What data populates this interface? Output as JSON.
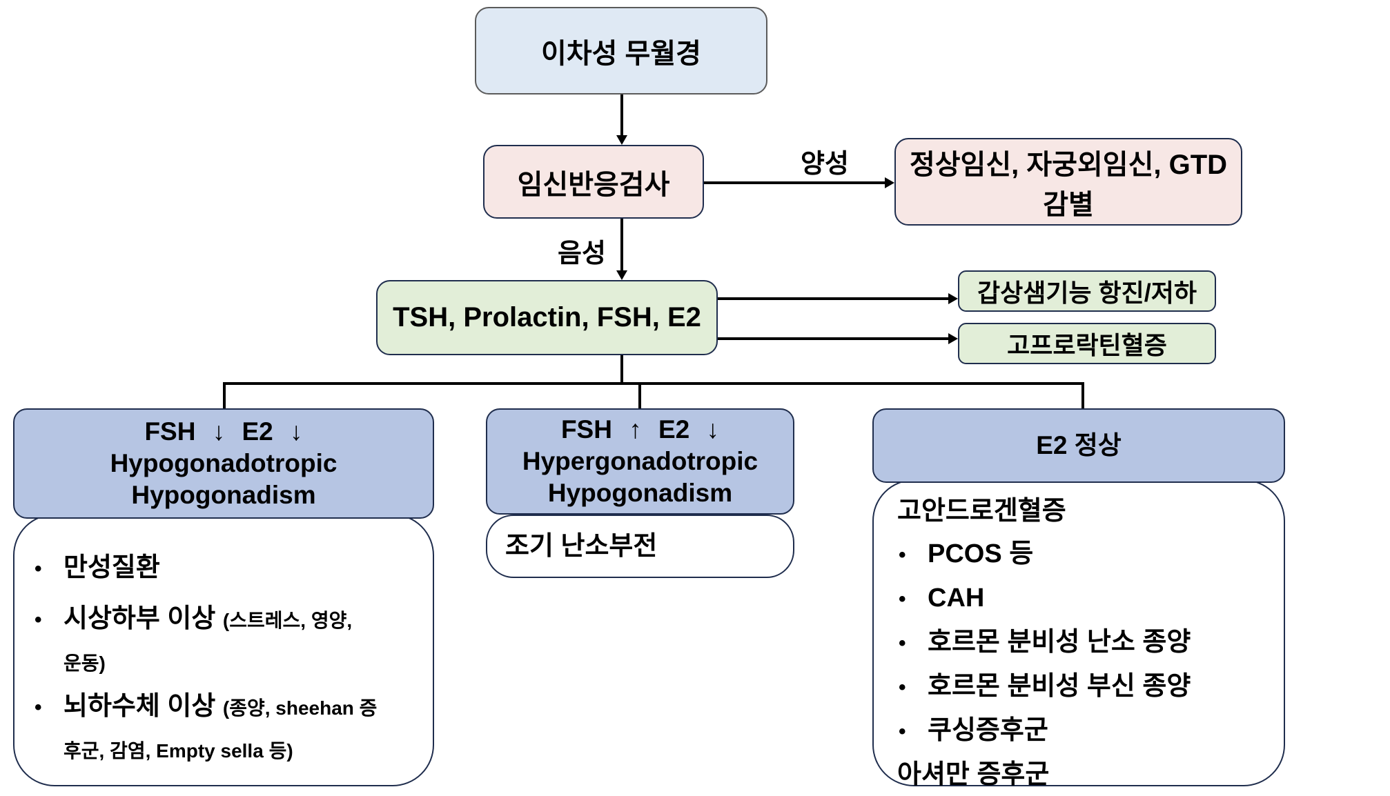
{
  "title": "이차성 무월경",
  "pregnancy_test": "임신반응검사",
  "positive_label": "양성",
  "negative_label": "음성",
  "positive_result": "정상임신, 자궁외임신, GTD 감별",
  "hormone_tests": "TSH, Prolactin, FSH, E2",
  "side_results": [
    "갑상샘기능 항진/저하",
    "고프로락틴혈증"
  ],
  "branches": [
    {
      "header_line1": "FSH ↓ E2 ↓",
      "header_line2": "Hypogonadotropic",
      "header_line3": "Hypogonadism",
      "items": [
        {
          "main": "만성질환",
          "detail": ""
        },
        {
          "main": "시상하부 이상",
          "detail": "(스트레스, 영양,",
          "detail_cont": "운동)"
        },
        {
          "main": "뇌하수체 이상",
          "detail": "(종양, sheehan 증",
          "detail_cont": "후군, 감염, Empty sella 등)"
        }
      ]
    },
    {
      "header_line1": "FSH ↑ E2 ↓",
      "header_line2": "Hypergonadotropic",
      "header_line3": "Hypogonadism",
      "items": [
        {
          "main": "조기 난소부전"
        }
      ]
    },
    {
      "header_line1": "E2 정상",
      "heading": "고안드로겐혈증",
      "items": [
        {
          "main": "PCOS 등"
        },
        {
          "main": "CAH"
        },
        {
          "main": "호르몬 분비성 난소 종양"
        },
        {
          "main": "호르몬 분비성 부신 종양"
        },
        {
          "main": "쿠싱증후군"
        }
      ],
      "footer": "아셔만 증후군"
    }
  ],
  "colors": {
    "title_fill": "#dfe9f4",
    "pink_fill": "#f7e7e5",
    "green_fill": "#e2eed8",
    "header_fill": "#b6c5e3",
    "border": "#1f2d4d"
  }
}
